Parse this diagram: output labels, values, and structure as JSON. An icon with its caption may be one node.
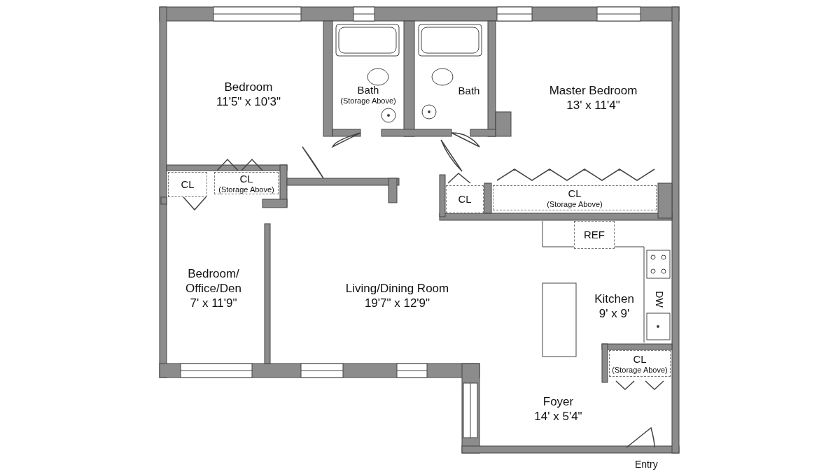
{
  "diagram": {
    "nodes": [
      {
        "text": [
          "Bedroom",
          "11'5\" x 10'3\""
        ]
      },
      {
        "text": [
          "Bath",
          "(Storage Above)"
        ]
      },
      {
        "text": [
          "Bath"
        ]
      },
      {
        "text": [
          "Master Bedroom",
          "13' x 11'4\""
        ]
      },
      {
        "text": [
          "CL"
        ]
      },
      {
        "text": [
          "CL",
          "(Storage Above)"
        ]
      },
      {
        "text": [
          "CL"
        ]
      },
      {
        "text": [
          "CL",
          "(Storage Above)"
        ]
      },
      {
        "text": [
          "Bedroom/ Office/Den",
          "7' x 11'9\""
        ]
      },
      {
        "text": [
          "Living/Dining Room",
          "19'7\" x 12'9\""
        ]
      },
      {
        "text": [
          "REF"
        ]
      },
      {
        "text": [
          "Kitchen",
          "9' x 9'"
        ]
      },
      {
        "text": [
          "CL",
          "(Storage Above)"
        ]
      },
      {
        "text": [
          "Foyer",
          "14' x 5'4\""
        ]
      }
    ],
    "labels": [
      "DW",
      "Entry"
    ]
  }
}
